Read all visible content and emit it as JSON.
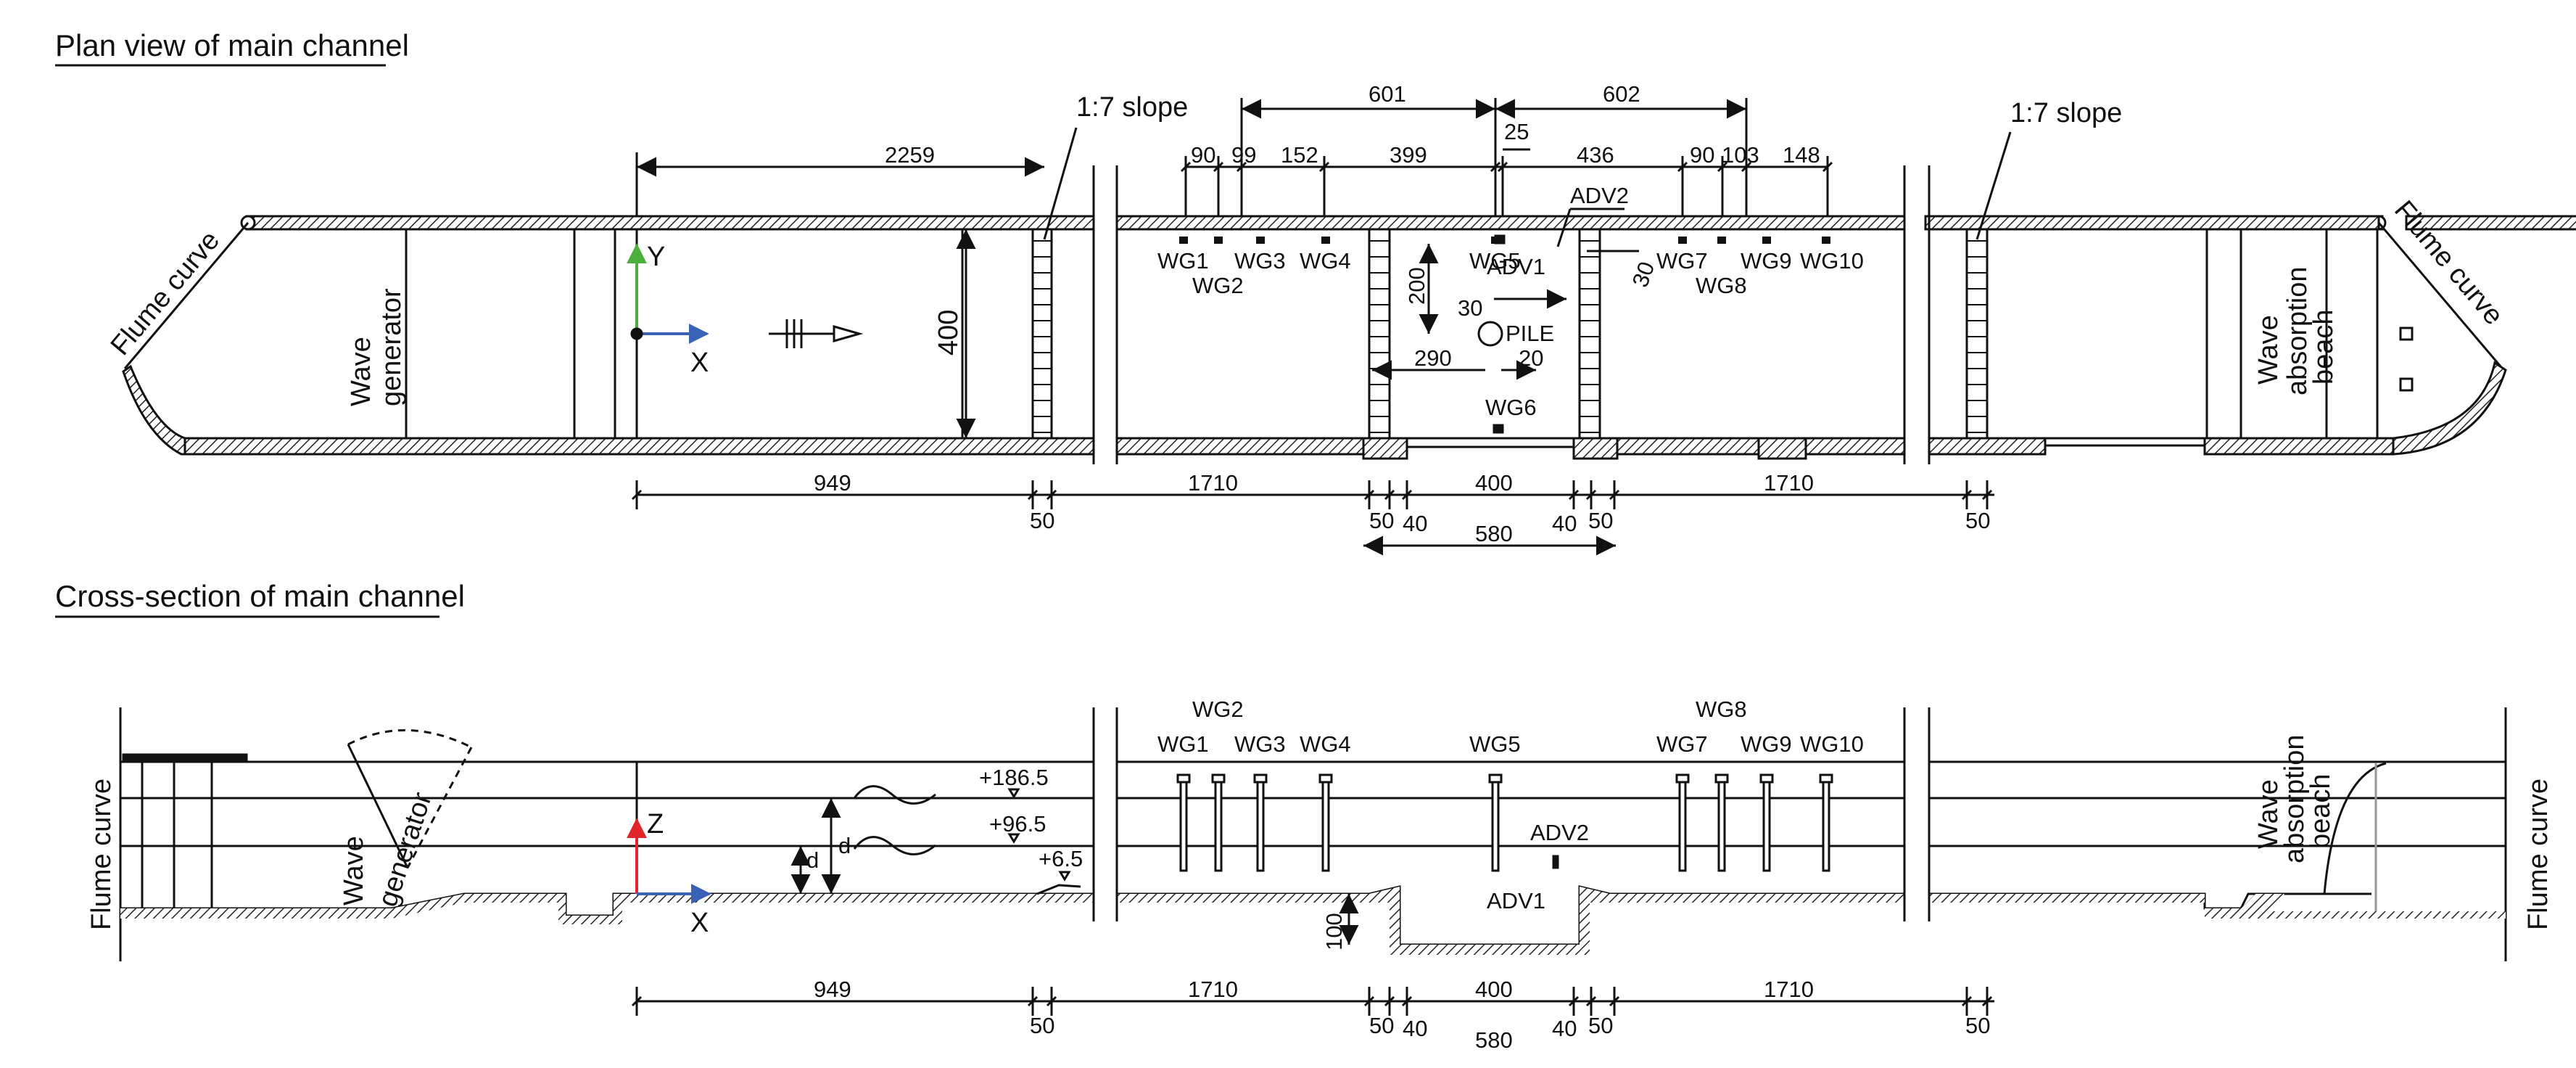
{
  "plan": {
    "title": "Plan view of main channel",
    "slope_left": "1:7 slope",
    "slope_right": "1:7 slope",
    "flume_curve_left": "Flume curve",
    "flume_curve_right": "Flume curve",
    "wave_gen_1": "Wave",
    "wave_gen_2": "generator",
    "beach_1": "Wave",
    "beach_2": "absorption",
    "beach_3": "beach",
    "axis_y": "Y",
    "axis_x": "X",
    "width_label": "400",
    "pile": "PILE",
    "adv1": "ADV1",
    "adv2": "ADV2",
    "gauges_top": [
      "WG1",
      "WG3",
      "WG4",
      "WG5",
      "WG7",
      "WG9",
      "WG10"
    ],
    "gauges_low": [
      "WG2",
      "WG8"
    ],
    "wg6": "WG6",
    "dims_top": {
      "d601": "601",
      "d602": "602",
      "d25": "25",
      "d2259": "2259",
      "d90a": "90",
      "d99": "99",
      "d152": "152",
      "d399": "399",
      "d436": "436",
      "d90b": "90",
      "d103": "103",
      "d148": "148"
    },
    "dims_inner": {
      "d200": "200",
      "d30a": "30",
      "d30b": "30",
      "d290": "290",
      "d20": "20"
    },
    "dims_bottom": {
      "d949": "949",
      "d1710a": "1710",
      "d400": "400",
      "d1710b": "1710",
      "d50a": "50",
      "d50b": "50",
      "d40a": "40",
      "d40b": "40",
      "d50c": "50",
      "d50d": "50",
      "d580": "580"
    }
  },
  "section": {
    "title": "Cross-section of main channel",
    "flume_curve_left": "Flume curve",
    "flume_curve_right": "Flume curve",
    "wave_gen_1": "Wave",
    "wave_gen_2": "generator",
    "beach_1": "Wave",
    "beach_2": "absorption",
    "beach_3": "beach",
    "axis_z": "Z",
    "axis_x": "X",
    "d_small": "d",
    "d_big": "d",
    "lev1": "+186.5",
    "lev2": "+96.5",
    "lev3": "+6.5",
    "depth100": "100",
    "adv1": "ADV1",
    "adv2": "ADV2",
    "gauges_top": [
      "WG1",
      "WG3",
      "WG4",
      "WG5",
      "WG7",
      "WG9",
      "WG10"
    ],
    "gauges_up": [
      "WG2",
      "WG8"
    ],
    "dims_bottom": {
      "d949": "949",
      "d1710a": "1710",
      "d400": "400",
      "d1710b": "1710",
      "d50a": "50",
      "d50b": "50",
      "d40a": "40",
      "d40b": "40",
      "d50c": "50",
      "d50d": "50",
      "d580": "580"
    }
  }
}
